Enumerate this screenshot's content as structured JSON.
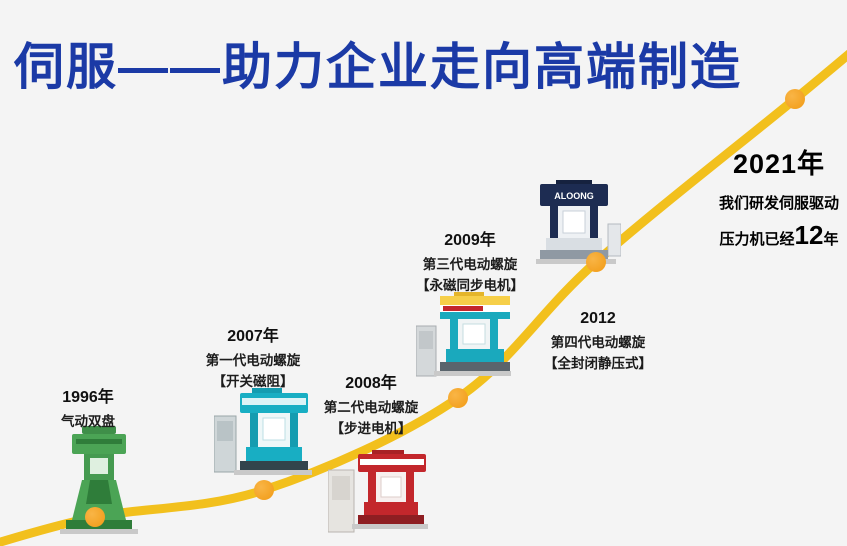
{
  "title": "伺服——助力企业走向高端制造",
  "brand": "ALOONG",
  "colors": {
    "title_blue": "#1b3aa6",
    "curve_gold": "#f2c01d",
    "dot_orange": "#f6a41e",
    "background": "#f4f4f4"
  },
  "milestones": [
    {
      "year": "1996年",
      "line1": "气动双盘",
      "line2": ""
    },
    {
      "year": "2007年",
      "line1": "第一代电动螺旋",
      "line2": "【开关磁阻】"
    },
    {
      "year": "2008年",
      "line1": "第二代电动螺旋",
      "line2": "【步进电机】"
    },
    {
      "year": "2009年",
      "line1": "第三代电动螺旋",
      "line2": "【永磁同步电机】"
    },
    {
      "year": "2012",
      "line1": "第四代电动螺旋",
      "line2": "【全封闭静压式】"
    }
  ],
  "final": {
    "year": "2021年",
    "line1": "我们研发伺服驱动",
    "line2_prefix": "压力机已经",
    "line2_number": "12",
    "line2_suffix": "年"
  }
}
